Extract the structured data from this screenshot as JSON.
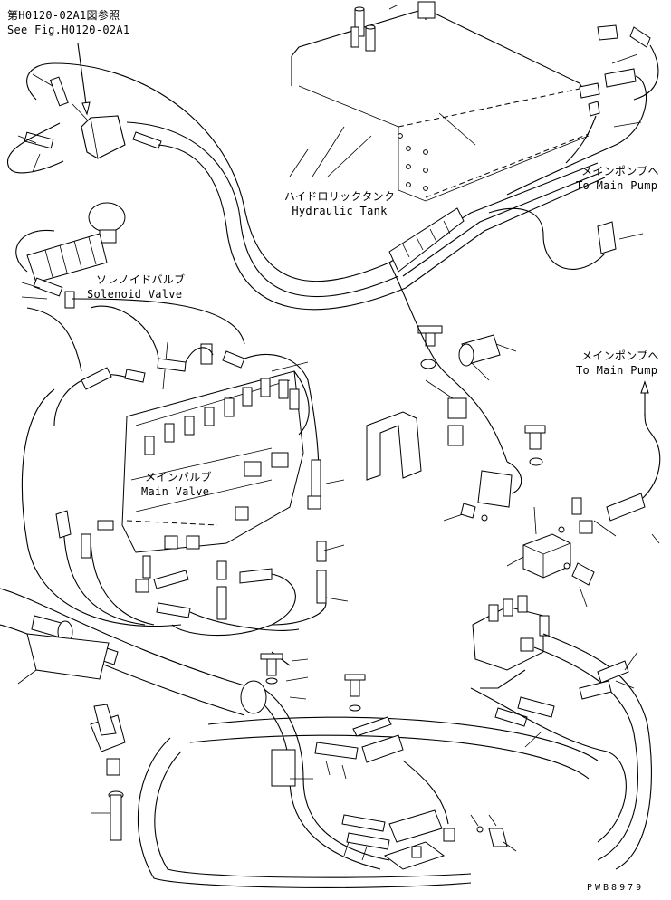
{
  "references": {
    "see_fig_ja": "第H0120-02A1図参照",
    "see_fig_en": "See Fig.H0120-02A1"
  },
  "labels": {
    "hydraulic_tank_ja": "ハイドロリックタンク",
    "hydraulic_tank_en": "Hydraulic Tank",
    "solenoid_valve_ja": "ソレノイドバルブ",
    "solenoid_valve_en": "Solenoid Valve",
    "main_valve_ja": "メインバルブ",
    "main_valve_en": "Main Valve",
    "to_main_pump_1_ja": "メインポンプへ",
    "to_main_pump_1_en": "To Main Pump",
    "to_main_pump_2_ja": "メインポンプへ",
    "to_main_pump_2_en": "To Main Pump"
  },
  "drawing_number": "PWB8979"
}
